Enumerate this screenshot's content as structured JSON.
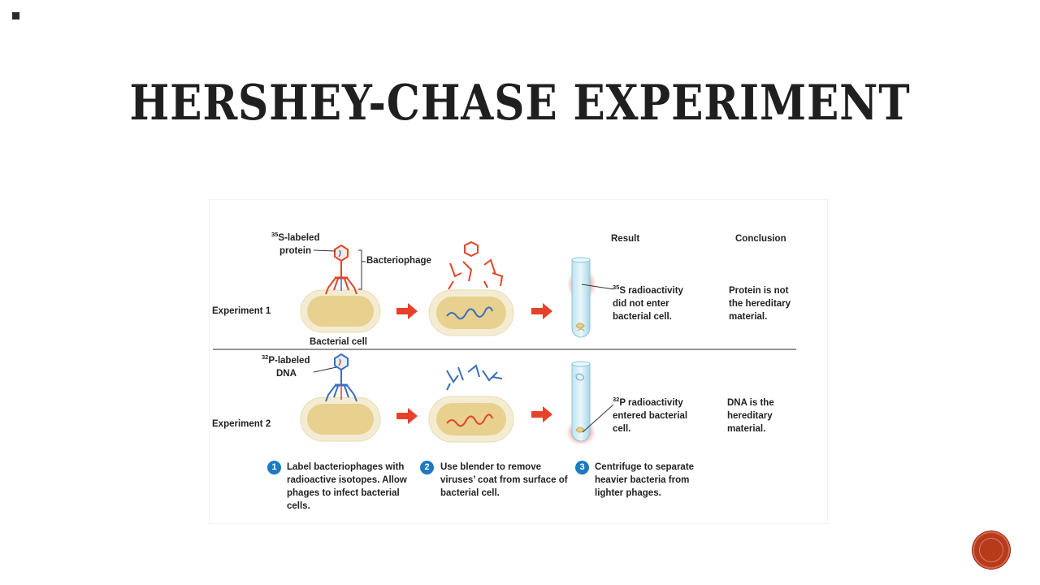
{
  "slide": {
    "title": "HERSHEY-CHASE EXPERIMENT"
  },
  "figure": {
    "headers": {
      "result": "Result",
      "conclusion": "Conclusion"
    },
    "experiment1": {
      "label": "Experiment 1",
      "isotope_mass": "35",
      "isotope_label": "S-labeled",
      "isotope_label_line2": "protein",
      "bacteriophage_label": "Bacteriophage",
      "cell_label": "Bacterial cell",
      "result_mass": "35",
      "result_text": "S radioactivity",
      "result_line2": "did not enter",
      "result_line3": "bacterial cell.",
      "conclusion_line1": "Protein is not",
      "conclusion_line2": "the hereditary",
      "conclusion_line3": "material."
    },
    "experiment2": {
      "label": "Experiment 2",
      "isotope_mass": "32",
      "isotope_label": "P-labeled",
      "isotope_label_line2": "DNA",
      "result_mass": "32",
      "result_text": "P radioactivity",
      "result_line2": "entered bacterial",
      "result_line3": "cell.",
      "conclusion_line1": "DNA is the",
      "conclusion_line2": "hereditary",
      "conclusion_line3": "material."
    },
    "steps": [
      {
        "number": "1",
        "text": "Label bacteriophages with radioactive isotopes. Allow phages to infect bacterial cells."
      },
      {
        "number": "2",
        "text": "Use blender to remove viruses’ coat from surface of bacterial cell."
      },
      {
        "number": "3",
        "text": "Centrifuge to separate heavier bacteria from lighter phages."
      }
    ],
    "colors": {
      "protein_label": "#e0452a",
      "dna_label": "#3a6fbf",
      "cell_fill": "#e8d08f",
      "cell_border": "#f4e9c6",
      "arrow": "#e8402a",
      "step_badge": "#1e78c2"
    }
  },
  "navigation": {
    "icon": "circle-nav-icon"
  }
}
